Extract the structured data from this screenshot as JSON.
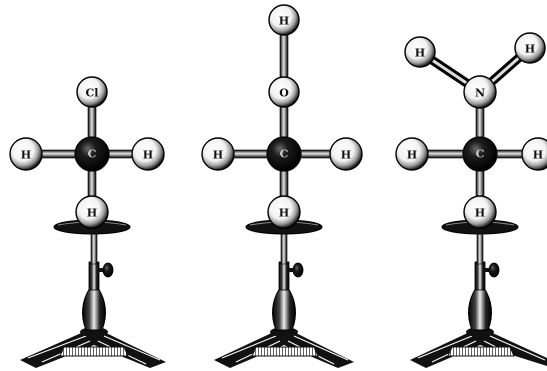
{
  "models": [
    {
      "center": "C",
      "top": "Cl",
      "left": "H",
      "right": "H",
      "bottom": "H"
    },
    {
      "center": "C",
      "top": "O",
      "top2": "H",
      "left": "H",
      "right": "H",
      "bottom": "H"
    },
    {
      "center": "C",
      "top": "N",
      "topLeft": "H",
      "topRight": "H",
      "left": "H",
      "right": "H",
      "bottom": "H"
    }
  ],
  "colors": {
    "ink": "#111111",
    "paper": "#ffffff",
    "carbon": "#141414"
  }
}
